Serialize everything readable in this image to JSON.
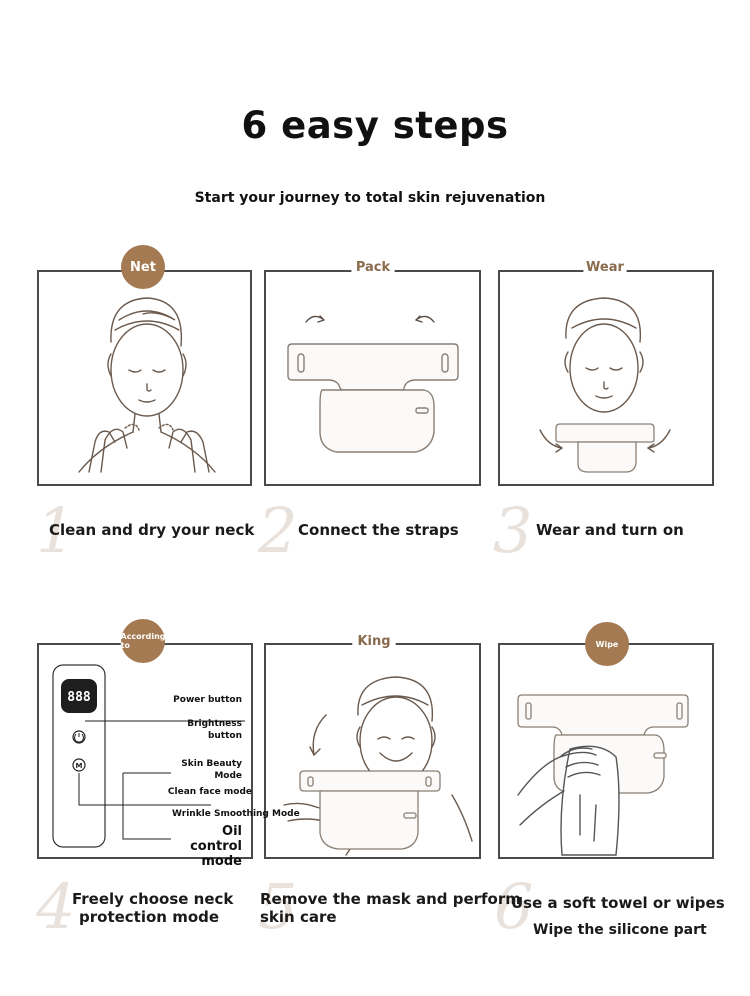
{
  "heading": {
    "title": "6 easy steps",
    "subtitle": "Start your journey to total skin rejuvenation"
  },
  "steps": [
    {
      "number": "1",
      "badge": "Net",
      "caption": "Clean and dry your neck"
    },
    {
      "number": "2",
      "badge": "Pack",
      "caption": "Connect the straps"
    },
    {
      "number": "3",
      "badge": "Wear",
      "caption": "Wear and turn on"
    },
    {
      "number": "4",
      "badge": "According to",
      "caption_line1": "Freely choose neck",
      "caption_line2": "protection mode"
    },
    {
      "number": "5",
      "badge": "King",
      "caption_line1": "Remove the mask and perform",
      "caption_line2": "skin care"
    },
    {
      "number": "6",
      "badge": "Wipe",
      "caption_line1": "Use a soft towel or wipes",
      "caption_line2": "Wipe the silicone part"
    }
  ],
  "controller": {
    "display": "888",
    "labels": {
      "power": "Power button",
      "brightness": "Brightness button",
      "skin_beauty": "Skin Beauty Mode",
      "clean_face": "Clean face mode",
      "wrinkle": "Wrinkle Smoothing Mode",
      "oil_control": "Oil control mode"
    }
  },
  "colors": {
    "badge": "#a47a52",
    "number_watermark": "#e9e2dc",
    "panel_border": "#4a4a4a",
    "mask": "#e8e2db"
  }
}
